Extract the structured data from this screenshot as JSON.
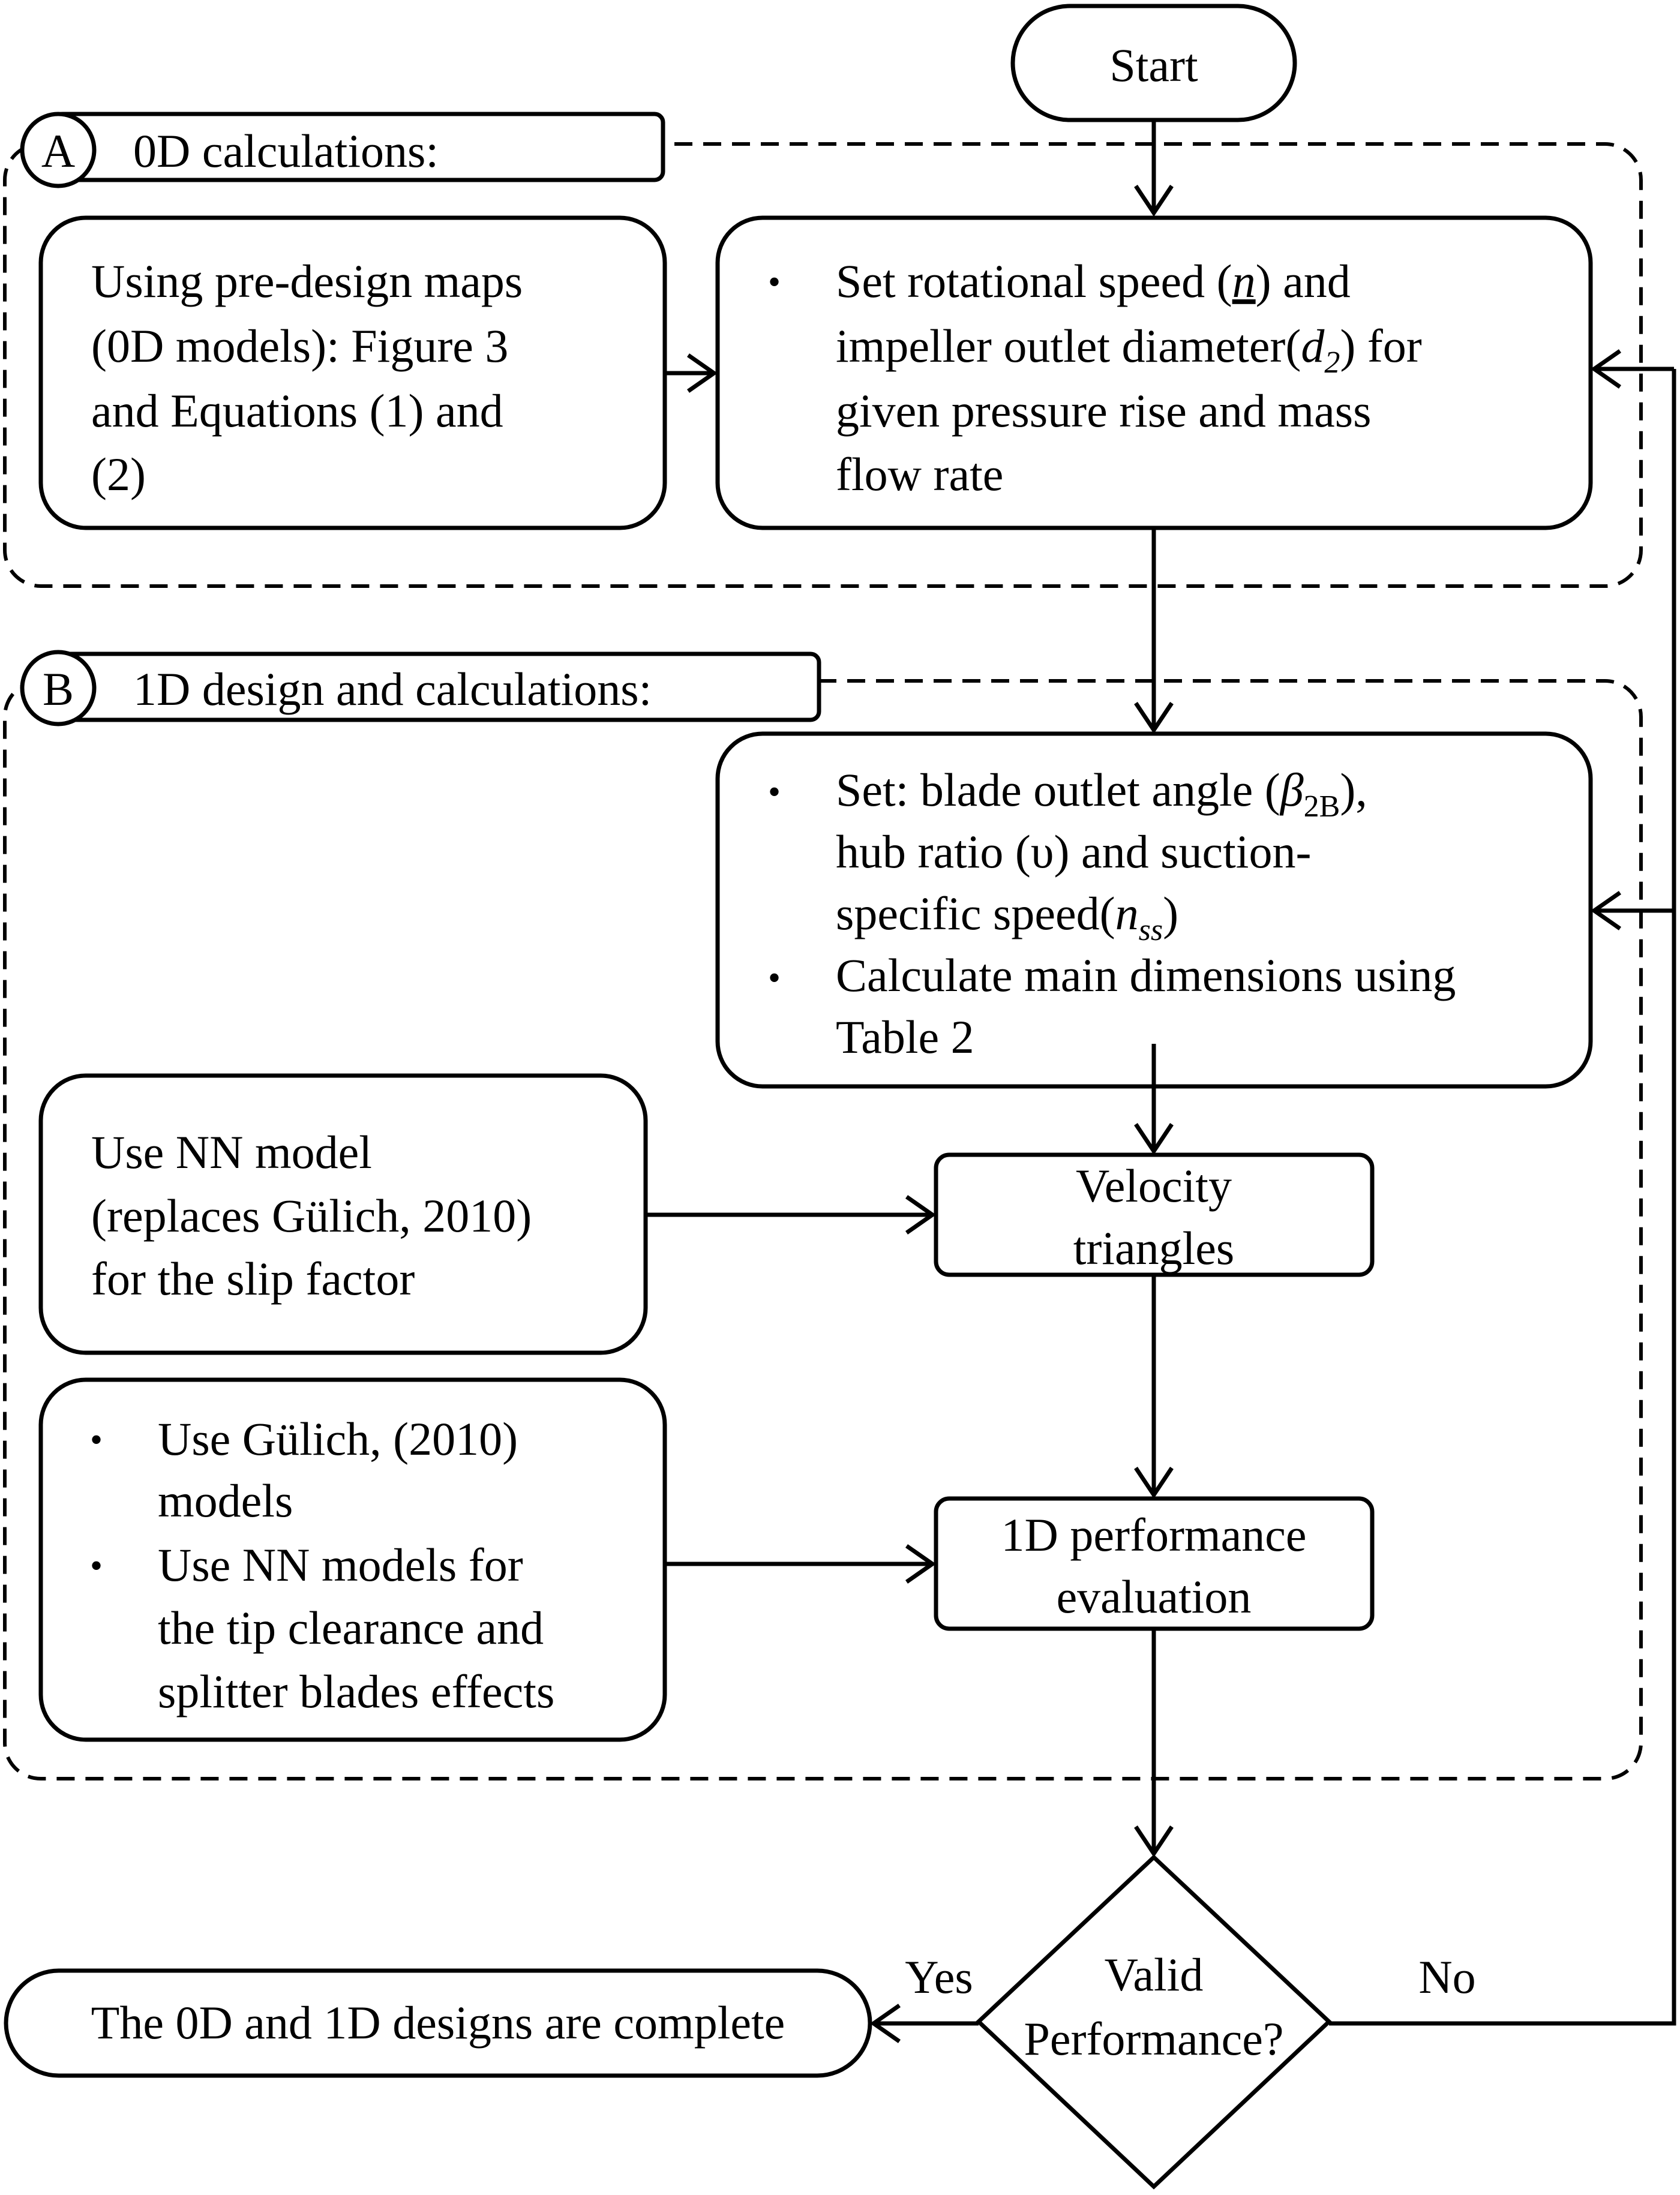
{
  "nodes": {
    "start": "Start",
    "section_a": {
      "letter": "A",
      "title": "0D calculations:"
    },
    "section_b": {
      "letter": "B",
      "title": "1D design and calculations:"
    },
    "predesign": {
      "lines": [
        "Using pre-design maps",
        "(0D models): Figure 3",
        "and Equations (1) and",
        "(2)"
      ]
    },
    "set_speed": {
      "bullet": "•",
      "l1_a": "Set rotational speed (",
      "l1_sym": "n",
      "l1_b": ") and",
      "l2_a": "impeller outlet diameter(",
      "l2_sym": "d",
      "l2_sub": "2",
      "l2_b": ") for",
      "l3": "given pressure rise and mass",
      "l4": "flow rate"
    },
    "set_blade": {
      "bullet": "•",
      "l1_a": "Set: blade outlet angle (",
      "l1_sym": "β",
      "l1_sub": "2B",
      "l1_b": "),",
      "l2": "hub ratio (υ) and suction-",
      "l3_a": "specific speed(",
      "l3_sym": "n",
      "l3_sub": "ss",
      "l3_b": ")",
      "bullet2": "•",
      "l4": "Calculate main dimensions using",
      "l5": "Table 2"
    },
    "nn_slip": {
      "lines": [
        "Use NN model",
        "(replaces Gülich, 2010)",
        "for the slip factor"
      ]
    },
    "velocity": {
      "lines": [
        "Velocity",
        "triangles"
      ]
    },
    "gulich_models": {
      "bullet": "•",
      "l1": "Use Gülich, (2010)",
      "l2": "models",
      "bullet2": "•",
      "l3": "Use NN models for",
      "l4": "the tip clearance and",
      "l5": "splitter blades effects"
    },
    "performance": {
      "lines": [
        "1D performance",
        "evaluation"
      ]
    },
    "decision": {
      "lines": [
        "Valid",
        "Performance?"
      ]
    },
    "complete": "The 0D and 1D designs are complete"
  },
  "edges": {
    "yes": "Yes",
    "no": "No"
  }
}
